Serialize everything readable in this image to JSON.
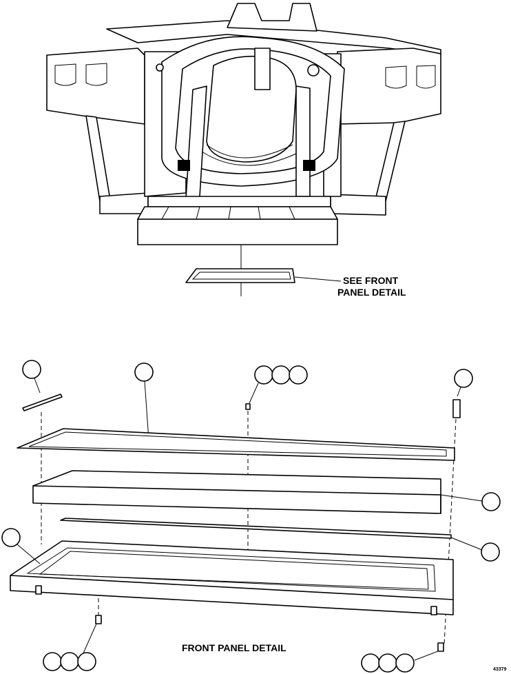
{
  "callout": {
    "line1": "SEE FRONT",
    "line2": "PANEL DETAIL"
  },
  "detail_title": "FRONT PANEL DETAIL",
  "figure_number": "43379"
}
